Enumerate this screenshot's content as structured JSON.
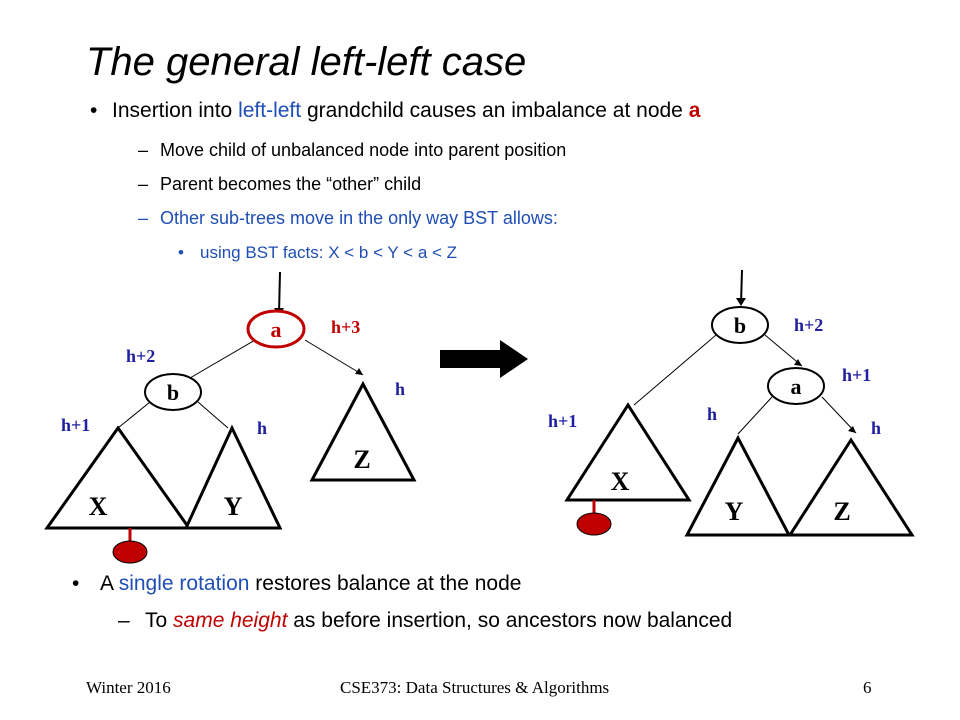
{
  "title": "The general left-left case",
  "bullets": {
    "b1": {
      "pre": "Insertion into ",
      "blue": "left-left",
      "mid": " grandchild causes an imbalance at node ",
      "node": "a"
    },
    "sub1": "Move child of unbalanced node into parent position",
    "sub2": "Parent becomes the “other” child",
    "sub3": "Other sub-trees move in the only way BST allows:",
    "subsub1": "using BST facts: X < b < Y < a < Z",
    "b2": {
      "pre": "A ",
      "blue": "single rotation",
      "post": " restores balance at the node"
    },
    "sub4": {
      "red": "same height",
      "pre": "To ",
      "post": " as before insertion, so ancestors now balanced"
    }
  },
  "diagram": {
    "left": {
      "root": "a",
      "child": "b",
      "labels": {
        "root_h": "h+3",
        "child_h": "h+2",
        "x_h": "h+1",
        "y_h": "h",
        "z_h": "h"
      },
      "subtrees": {
        "x": "X",
        "y": "Y",
        "z": "Z"
      }
    },
    "right": {
      "root": "b",
      "child": "a",
      "labels": {
        "root_h": "h+2",
        "child_h": "h+1",
        "x_h": "h+1",
        "y_h": "h",
        "z_h": "h"
      },
      "subtrees": {
        "x": "X",
        "y": "Y",
        "z": "Z"
      }
    },
    "colors": {
      "highlight": "#c00000",
      "text_blue": "#1f1f9f",
      "accent_blue": "#1f4eb4"
    }
  },
  "footer": {
    "left": "Winter 2016",
    "center": "CSE373: Data Structures & Algorithms",
    "page": "6"
  }
}
